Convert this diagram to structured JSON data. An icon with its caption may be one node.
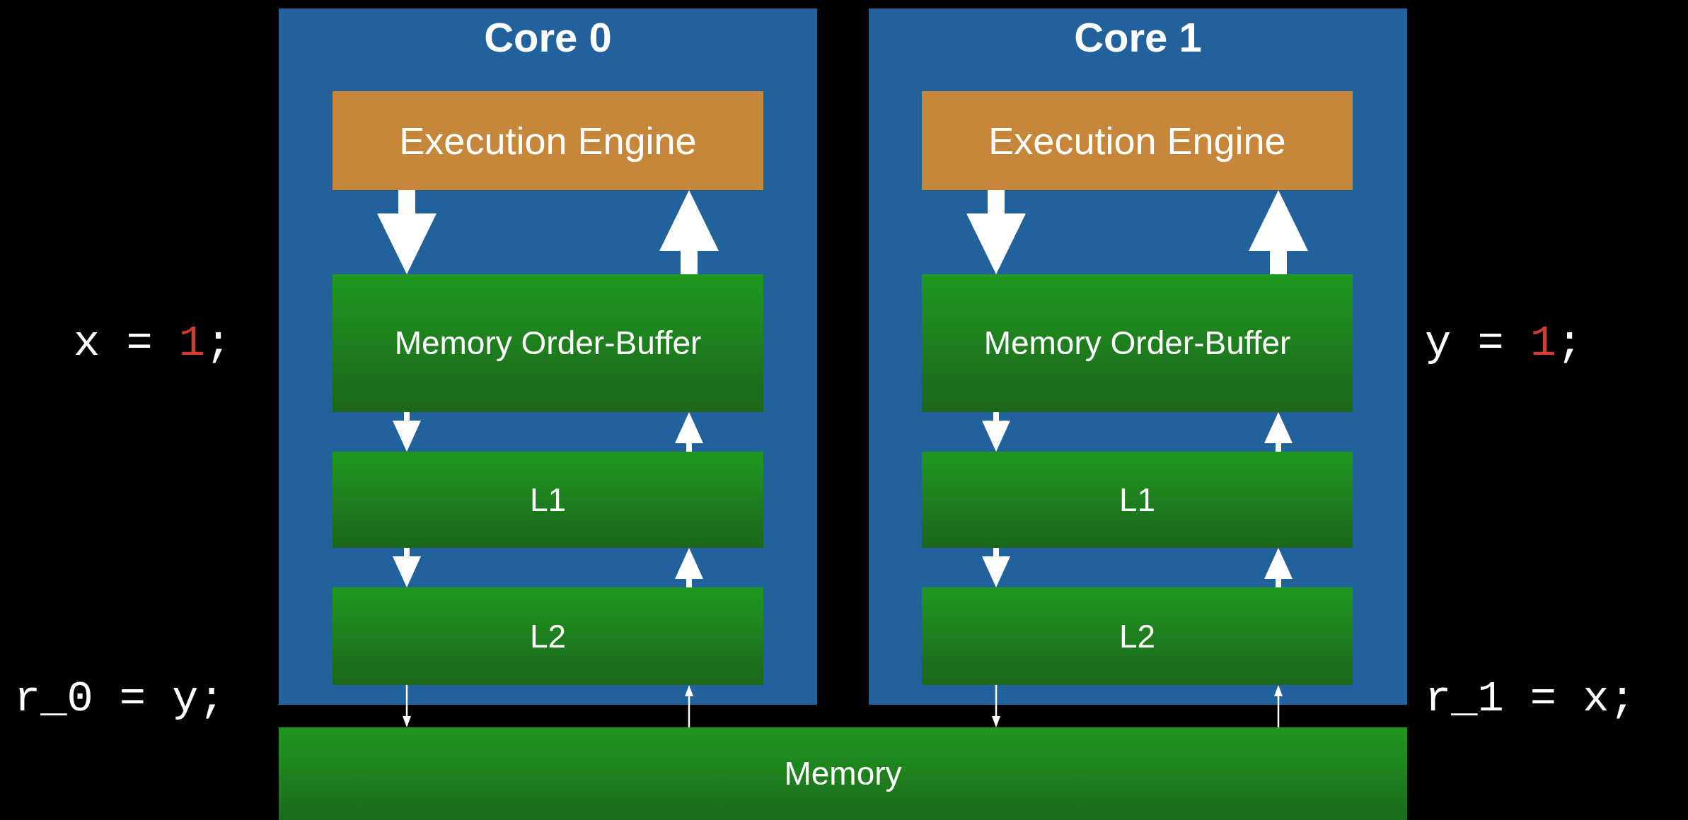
{
  "diagram": {
    "nodes": [
      {
        "text": [
          "Core 0"
        ]
      },
      {
        "text": [
          "Execution Engine"
        ],
        "in": 0
      },
      {
        "text": [
          "Memory Order-Buffer"
        ],
        "in": 0
      },
      {
        "text": [
          "L1"
        ],
        "in": 0
      },
      {
        "text": [
          "L2"
        ],
        "in": 0
      },
      {
        "text": [
          "Core 1"
        ]
      },
      {
        "text": [
          "Execution Engine"
        ],
        "in": 5
      },
      {
        "text": [
          "Memory Order-Buffer"
        ],
        "in": 5
      },
      {
        "text": [
          "L1"
        ],
        "in": 5
      },
      {
        "text": [
          "L2"
        ],
        "in": 5
      },
      {
        "text": [
          "Memory"
        ]
      }
    ],
    "edges": [
      {
        "from": 1,
        "to": 2,
        "arrow": "to",
        "style": "thick"
      },
      {
        "from": 2,
        "to": 1,
        "arrow": "to",
        "style": "thick"
      },
      {
        "from": 2,
        "to": 3,
        "arrow": "to"
      },
      {
        "from": 3,
        "to": 2,
        "arrow": "to"
      },
      {
        "from": 3,
        "to": 4,
        "arrow": "to"
      },
      {
        "from": 4,
        "to": 3,
        "arrow": "to"
      },
      {
        "from": 4,
        "to": 10,
        "arrow": "to"
      },
      {
        "from": 10,
        "to": 4,
        "arrow": "to"
      },
      {
        "from": 6,
        "to": 7,
        "arrow": "to",
        "style": "thick"
      },
      {
        "from": 7,
        "to": 6,
        "arrow": "to",
        "style": "thick"
      },
      {
        "from": 7,
        "to": 8,
        "arrow": "to"
      },
      {
        "from": 8,
        "to": 7,
        "arrow": "to"
      },
      {
        "from": 8,
        "to": 9,
        "arrow": "to"
      },
      {
        "from": 9,
        "to": 8,
        "arrow": "to"
      },
      {
        "from": 9,
        "to": 10,
        "arrow": "to"
      },
      {
        "from": 10,
        "to": 9,
        "arrow": "to"
      }
    ],
    "labels": [
      "x =",
      "1",
      ";",
      "r_0 = y;",
      "y =",
      "1",
      ";",
      "r_1 = x;"
    ]
  }
}
